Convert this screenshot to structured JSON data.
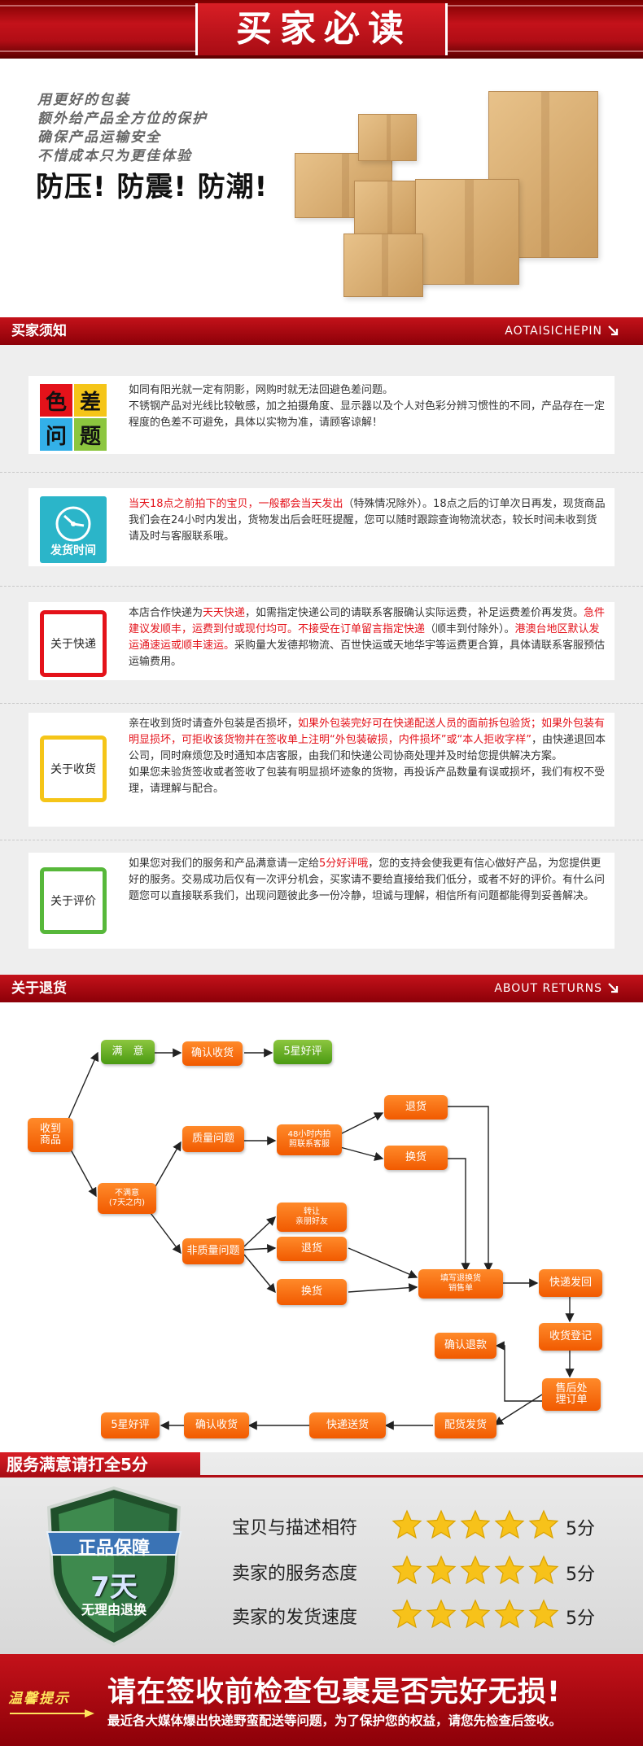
{
  "banner": {
    "title": "买家必读"
  },
  "hero": {
    "lines": [
      "用更好的包装",
      "额外给产品全方位的保护",
      "确保产品运输安全",
      "不惜成本只为更佳体验"
    ],
    "strong": "防压! 防震! 防潮!"
  },
  "notice_section": {
    "label": "买家须知",
    "en": "AOTAISICHEPIN"
  },
  "color_icon": {
    "cells": [
      "色",
      "差",
      "问",
      "题"
    ],
    "colors": [
      "#e4121a",
      "#f5c518",
      "#33b0e8",
      "#8cc63f"
    ]
  },
  "notices": [
    {
      "icon_label": "",
      "text": "如同有阳光就一定有阴影，网购时就无法回避色差问题。\n不锈钢产品对光线比较敏感，加之拍摄角度、显示器以及个人对色彩分辨习惯性的不同，产品存在一定程度的色差不可避免，具体以实物为准，请顾客谅解！"
    },
    {
      "icon_label": "发货时间",
      "red1": "当天18点之前拍下的宝贝，一般都会当天发出",
      "text1": "（特殊情况除外）。18点之后的订单次日再发，现货商品我们会在24小时内发出，货物发出后会旺旺提醒，您可以随时跟踪查询物流状态，较长时间未收到货请及时与客服联系哦。"
    },
    {
      "icon_label": "关于快递",
      "p1": "本店合作快递为",
      "r1": "天天快递",
      "p2": "，如需指定快递公司的请联系客服确认实际运费，补足运费差价再发货。",
      "r2": "急件建议发顺丰，运费到付或现付均可。不接受在订单留言指定快递",
      "p3": "（顺丰到付除外）。",
      "r3": "港澳台地区默认发运通速运或顺丰速运。",
      "p4": "采购量大发德邦物流、百世快运或天地华宇等运费更合算，具体请联系客服预估运输费用。"
    },
    {
      "icon_label": "关于收货",
      "p1": "亲在收到货时请查外包装是否损坏，",
      "r1": "如果外包装完好可在快递配送人员的面前拆包验货；如果外包装有明显损坏，可拒收该货物并在签收单上注明“外包装破损，内件损坏”或“本人拒收字样”",
      "p2": "，由快递退回本公司，同时麻烦您及时通知本店客服，由我们和快递公司协商处理并及时给您提供解决方案。",
      "p3": "如果您未验货签收或者签收了包装有明显损坏迹象的货物，再投诉产品数量有误或损坏，我们有权不受理，请理解与配合。"
    },
    {
      "icon_label": "关于评价",
      "p1": "如果您对我们的服务和产品满意请一定给",
      "r1": "5分好评哦",
      "p2": "，您的支持会使我更有信心做好产品，为您提供更好的服务。交易成功后仅有一次评分机会，买家请不要给直接给我们低分，或者不好的评价。有什么问题您可以直接联系我们，出现问题彼此多一份冷静，坦诚与理解，相信所有问题都能得到妥善解决。"
    }
  ],
  "notice_colors": {
    "clock": "#2bb5c9",
    "express": "#e4121a",
    "receive": "#f5c518",
    "review": "#57b83a"
  },
  "returns_section": {
    "label": "关于退货",
    "en": "ABOUT RETURNS"
  },
  "flow": {
    "receive": "收到\n商品",
    "satisfied": "满　意",
    "confirm1": "确认收货",
    "five_star1": "5星好评",
    "unsatisfied": "不满意\n(7天之内)",
    "quality": "质量问题",
    "photo": "48小时内拍\n照联系客服",
    "refund1": "退货",
    "exchange1": "换货",
    "non_quality": "非质量问题",
    "transfer": "转让\n亲朋好友",
    "refund2": "退货",
    "exchange2": "换货",
    "fill_form": "填写退换货\n销售单",
    "ship_back": "快递发回",
    "received": "收货登记",
    "after_sale": "售后处\n理订单",
    "confirm_refund": "确认退款",
    "dispatch": "配货发货",
    "express_ship": "快递送货",
    "confirm2": "确认收货",
    "five_star2": "5星好评"
  },
  "rating": {
    "title": "服务满意请打全5分",
    "shield": {
      "top": "正品保障",
      "days": "7天",
      "sub": "无理由退换"
    },
    "rows": [
      {
        "label": "宝贝与描述相符",
        "score": "5分",
        "stars": 5
      },
      {
        "label": "卖家的服务态度",
        "score": "5分",
        "stars": 5
      },
      {
        "label": "卖家的发货速度",
        "score": "5分",
        "stars": 5
      }
    ]
  },
  "tip": {
    "label": "温馨提示",
    "main": "请在签收前检查包裹是否完好无损!",
    "sub": "最近各大媒体爆出快递野蛮配送等问题，为了保护您的权益，请您先检查后签收。"
  }
}
